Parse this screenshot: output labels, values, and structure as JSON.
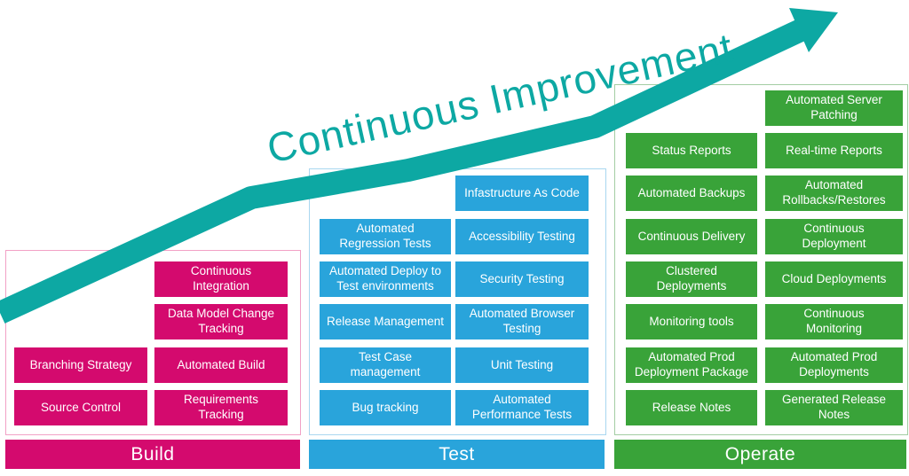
{
  "title": "Continuous Improvement",
  "colors": {
    "arrow_teal": "#0da8a3",
    "build_pink": "#d40a6e",
    "test_blue": "#29a4db",
    "operate_green": "#39a339",
    "build_border": "#f2a1c6",
    "test_border": "#a9d7f0",
    "operate_border": "#a3cda3"
  },
  "sections": {
    "build": {
      "label": "Build",
      "boxes": [
        "Branching Strategy",
        "Source Control",
        "Continuous\nIntegration",
        "Data Model Change\nTracking",
        "Automated Build",
        "Requirements\nTracking"
      ]
    },
    "test": {
      "label": "Test",
      "boxes": [
        "Automated\nRegression Tests",
        "Automated Deploy to\nTest environments",
        "Release Management",
        "Test Case\nmanagement",
        "Bug tracking",
        "Infastructure As Code",
        "Accessibility Testing",
        "Security Testing",
        "Automated Browser\nTesting",
        "Unit Testing",
        "Automated\nPerformance Tests"
      ]
    },
    "operate": {
      "label": "Operate",
      "boxes": [
        "Status Reports",
        "Automated Backups",
        "Continuous Delivery",
        "Clustered\nDeployments",
        "Monitoring tools",
        "Automated Prod\nDeployment Package",
        "Release Notes",
        "Automated Server\nPatching",
        "Real-time Reports",
        "Automated\nRollbacks/Restores",
        "Continuous\nDeployment",
        "Cloud Deployments",
        "Continuous\nMonitoring",
        "Automated Prod\nDeployments",
        "Generated Release\nNotes"
      ]
    }
  }
}
